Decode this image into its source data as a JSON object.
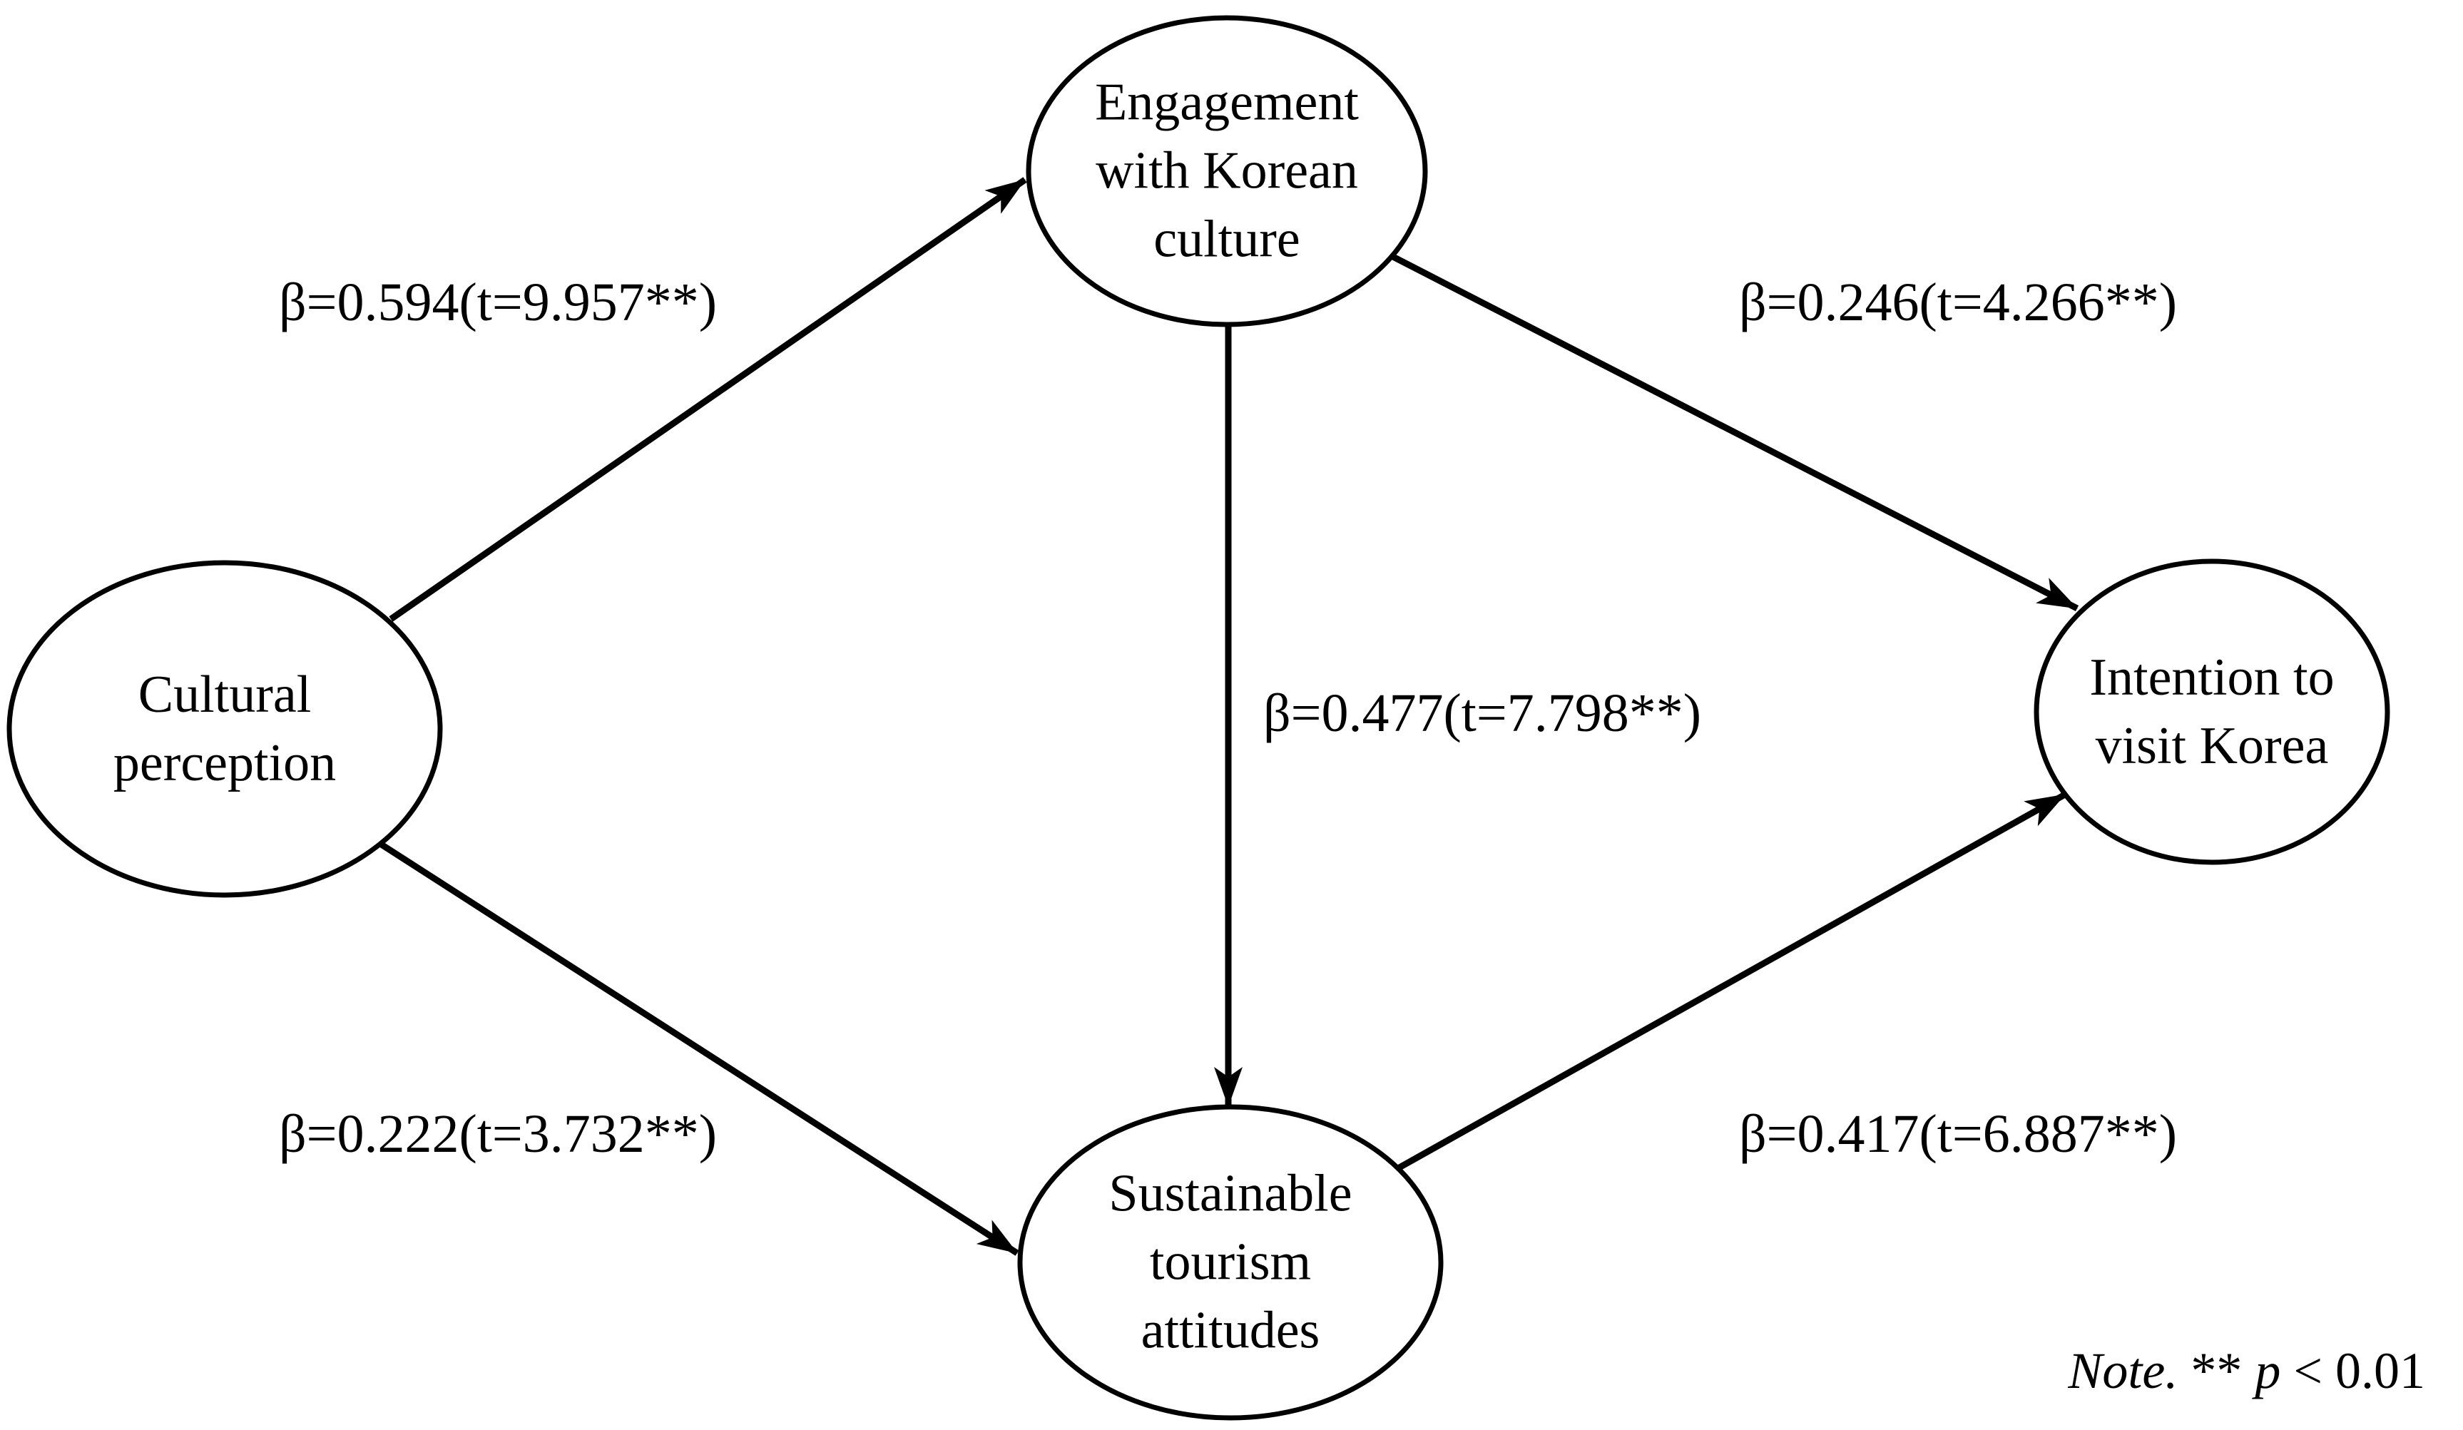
{
  "diagram": {
    "type": "structural-equation-path-model",
    "colors": {
      "ink": "#000000",
      "background": "#ffffff"
    },
    "nodes": [
      {
        "id": "cultural_perception",
        "label": "Cultural\nperception"
      },
      {
        "id": "engagement_korean_culture",
        "label": "Engagement\nwith Korean\nculture"
      },
      {
        "id": "sustainable_tourism_attitudes",
        "label": "Sustainable\ntourism\nattitudes"
      },
      {
        "id": "intention_visit_korea",
        "label": "Intention to\nvisit Korea"
      }
    ],
    "edges": [
      {
        "from": "cultural_perception",
        "to": "engagement_korean_culture",
        "label": "β=0.594(t=9.957**)",
        "beta": 0.594,
        "t": 9.957,
        "significance": "**"
      },
      {
        "from": "cultural_perception",
        "to": "sustainable_tourism_attitudes",
        "label": "β=0.222(t=3.732**)",
        "beta": 0.222,
        "t": 3.732,
        "significance": "**"
      },
      {
        "from": "engagement_korean_culture",
        "to": "sustainable_tourism_attitudes",
        "label": "β=0.477(t=7.798**)",
        "beta": 0.477,
        "t": 7.798,
        "significance": "**"
      },
      {
        "from": "engagement_korean_culture",
        "to": "intention_visit_korea",
        "label": "β=0.246(t=4.266**)",
        "beta": 0.246,
        "t": 4.266,
        "significance": "**"
      },
      {
        "from": "sustainable_tourism_attitudes",
        "to": "intention_visit_korea",
        "label": "β=0.417(t=6.887**)",
        "beta": 0.417,
        "t": 6.887,
        "significance": "**"
      }
    ],
    "note": {
      "prefix": "Note.",
      "stars": " ** ",
      "p_symbol": "p",
      "threshold": " < 0.01"
    }
  }
}
